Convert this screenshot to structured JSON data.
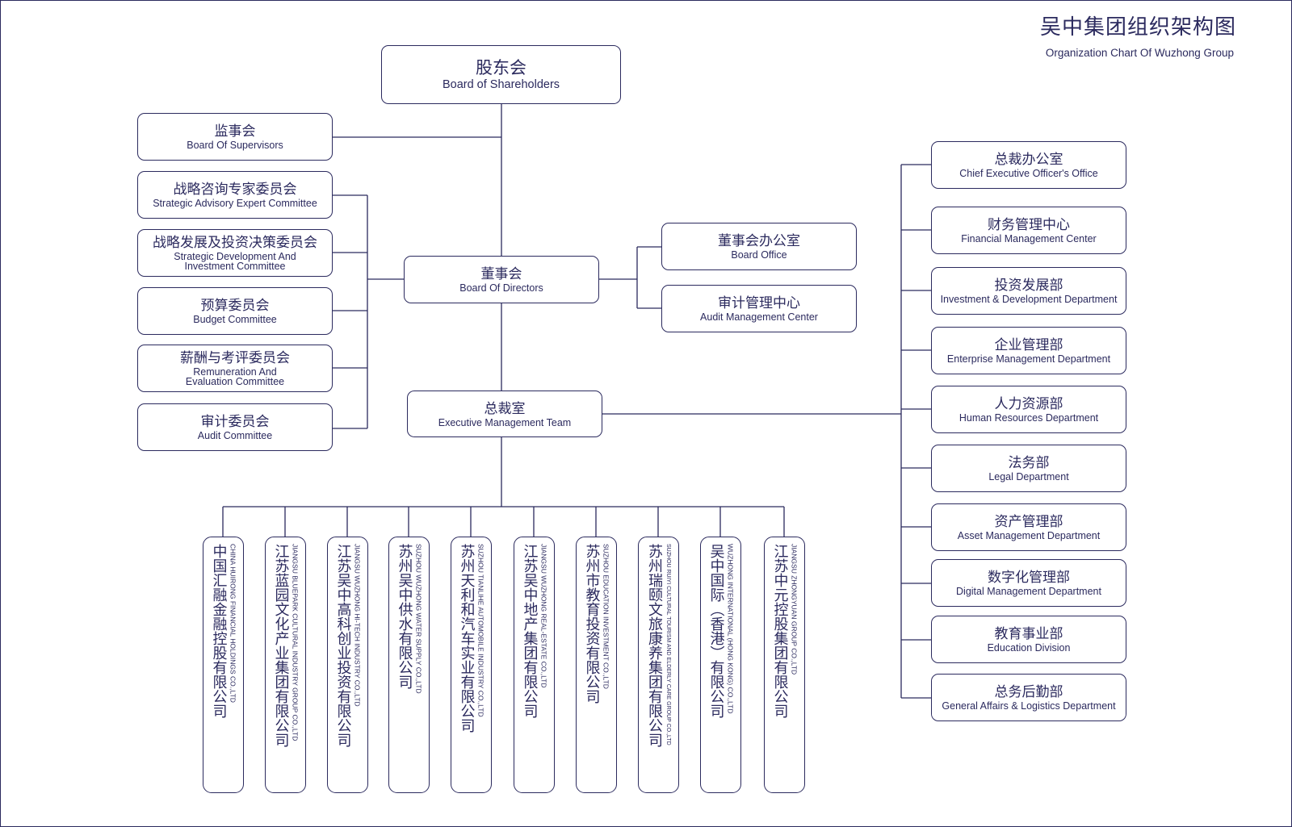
{
  "title": {
    "cn": "吴中集团组织架构图",
    "en": "Organization Chart Of Wuzhong Group"
  },
  "shareholders": {
    "cn": "股东会",
    "en": "Board of Shareholders"
  },
  "supervisors": {
    "cn": "监事会",
    "en": "Board Of Supervisors"
  },
  "directors": {
    "cn": "董事会",
    "en": "Board Of Directors"
  },
  "executive": {
    "cn": "总裁室",
    "en": "Executive Management Team"
  },
  "committees": [
    {
      "cn": "战略咨询专家委员会",
      "en": "Strategic Advisory Expert Committee"
    },
    {
      "cn": "战略发展及投资决策委员会",
      "en": "Strategic Development And Investment Committee"
    },
    {
      "cn": "预算委员会",
      "en": "Budget Committee"
    },
    {
      "cn": "薪酬与考评委员会",
      "en": "Remuneration And Evaluation Committee"
    },
    {
      "cn": "审计委员会",
      "en": "Audit Committee"
    }
  ],
  "board_units": [
    {
      "cn": "董事会办公室",
      "en": "Board Office"
    },
    {
      "cn": "审计管理中心",
      "en": "Audit Management Center"
    }
  ],
  "departments": [
    {
      "cn": "总裁办公室",
      "en": "Chief Executive Officer's Office"
    },
    {
      "cn": "财务管理中心",
      "en": "Financial Management Center"
    },
    {
      "cn": "投资发展部",
      "en": "Investment & Development Department"
    },
    {
      "cn": "企业管理部",
      "en": "Enterprise Management Department"
    },
    {
      "cn": "人力资源部",
      "en": "Human Resources Department"
    },
    {
      "cn": "法务部",
      "en": "Legal Department"
    },
    {
      "cn": "资产管理部",
      "en": "Asset Management Department"
    },
    {
      "cn": "数字化管理部",
      "en": "Digital Management Department"
    },
    {
      "cn": "教育事业部",
      "en": "Education Division"
    },
    {
      "cn": "总务后勤部",
      "en": "General Affairs & Logistics Department"
    }
  ],
  "subsidiaries": [
    {
      "cn": "中国汇融金融控股有限公司",
      "en": "CHINA HUIRONG FINANCIAL HOLDINGS CO.,LTD"
    },
    {
      "cn": "江苏蓝园文化产业集团有限公司",
      "en": "JIANGSU BLUEPARK CULTURAL INDUSTRY GROUP CO.,LTD"
    },
    {
      "cn": "江苏吴中高科创业投资有限公司",
      "en": "JIANGSU WUZHONG HI-TECH INDUSTRY CO.,LTD"
    },
    {
      "cn": "苏州吴中供水有限公司",
      "en": "SUZHOU WUZHONG WATER SUPPLY CO.,LTD"
    },
    {
      "cn": "苏州天利和汽车实业有限公司",
      "en": "SUZHOU TIANLIHE AUTOMOBILE INDUSTRY CO.,LTD"
    },
    {
      "cn": "江苏吴中地产集团有限公司",
      "en": "JIANGSU WUZHONG REAL-ESTATE CO.,LTD"
    },
    {
      "cn": "苏州市教育投资有限公司",
      "en": "SUZHOU EDUCATION INVESTMENT CO.,LTD"
    },
    {
      "cn": "苏州瑞颐文旅康养集团有限公司",
      "en": "SUZHOU RUIYI CULTURAL TOURISM AND ELDERLY CARE GROUP CO.,LTD"
    },
    {
      "cn": "吴中国际（香港）有限公司",
      "en": "WUZHONG INTERNATIONAL (HONG KONG) CO.,LTD"
    },
    {
      "cn": "江苏中元控股集团有限公司",
      "en": "JIANGSU ZHONGYUAN GROUP CO.,LTD"
    }
  ]
}
